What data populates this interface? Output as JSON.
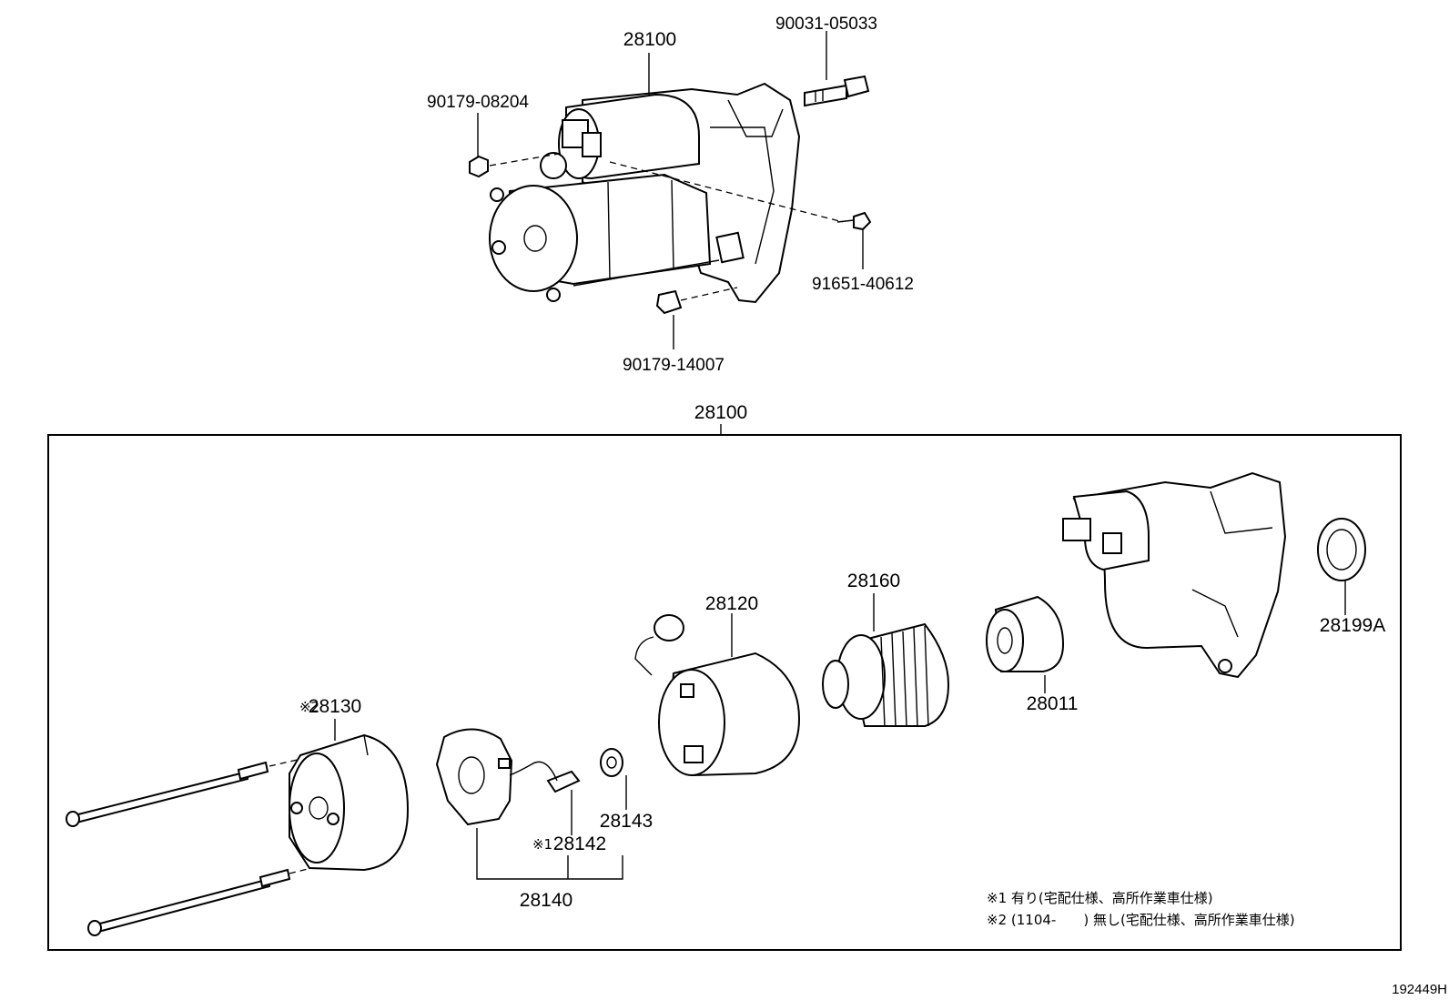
{
  "labels": {
    "starter_assy_top": "28100",
    "bolt": "90031-05033",
    "nut_upper": "90179-08204",
    "nut_right": "91651-40612",
    "nut_lower": "90179-14007",
    "starter_assy_box": "28100",
    "armature": "28120",
    "field_frame": "28160",
    "clutch": "28011",
    "seal": "28199A",
    "end_frame_mark": "※2",
    "end_frame": "28130",
    "brush_holder_set": "28140",
    "brush_mark": "※1",
    "brush": "28142",
    "bearing": "28143"
  },
  "notes": {
    "note1": "※1 有り(宅配仕様、高所作業車仕様)",
    "note2": "※2 (1104-　　) 無し(宅配仕様、高所作業車仕様)"
  },
  "figure_id": "192449H"
}
